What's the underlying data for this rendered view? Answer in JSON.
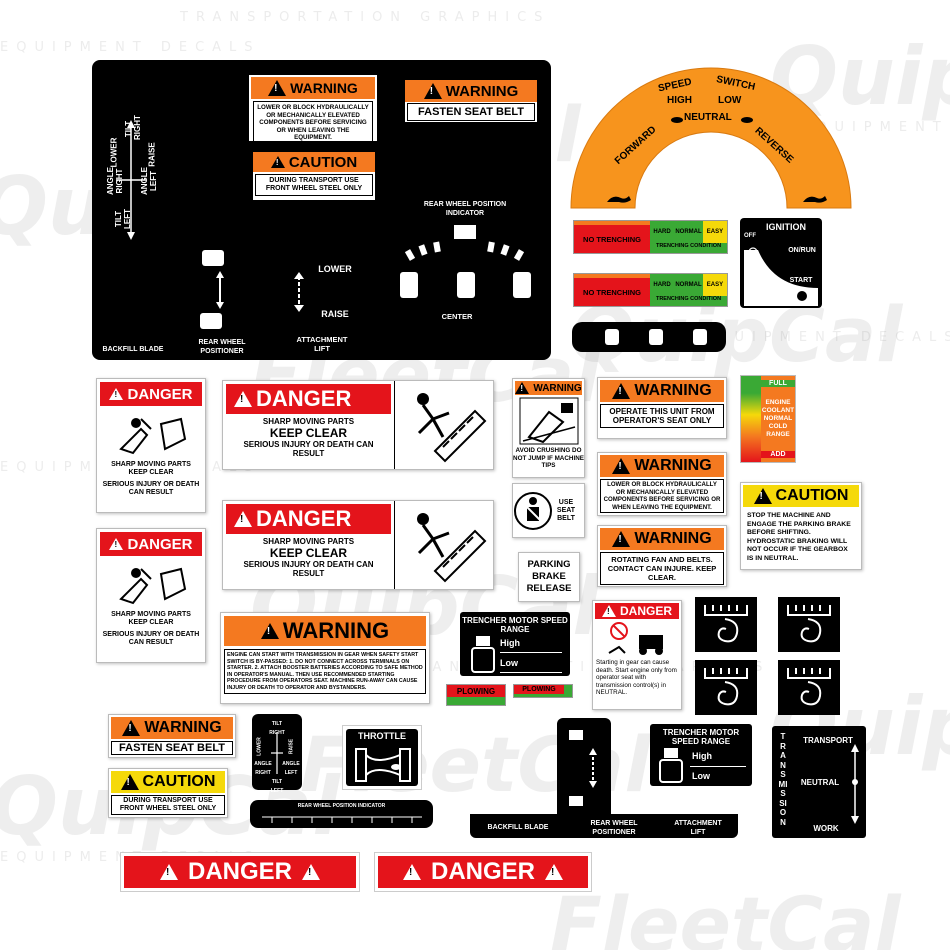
{
  "watermark": {
    "brand_a": "FleetCal",
    "brand_b": "QuipCal",
    "sub_equipment": "EQUIPMENT DECALS",
    "sub_transport": "TRANSPORTATION GRAPHICS"
  },
  "colors": {
    "danger_red": "#e4141b",
    "warning_orange": "#f47920",
    "caution_yellow": "#f5d90a",
    "arc_orange": "#f7941d",
    "green": "#3aa935"
  },
  "main_panel": {
    "warn1_title": "WARNING",
    "warn1_text": "LOWER OR BLOCK HYDRAULICALLY OR MECHANICALLY ELEVATED COMPONENTS BEFORE SERVICING OR WHEN LEAVING THE EQUIPMENT.",
    "warn2_title": "WARNING",
    "warn2_text": "FASTEN SEAT BELT",
    "caution_title": "CAUTION",
    "caution_text": "DURING TRANSPORT USE FRONT WHEEL STEEL ONLY",
    "tilt_right": "TILT RIGHT",
    "lower": "LOWER",
    "raise": "RAISE",
    "angle_right": "ANGLE RIGHT",
    "angle_left": "ANGLE LEFT",
    "tilt_left": "TILT LEFT",
    "rw_indicator": "REAR WHEEL POSITION INDICATOR",
    "lower2": "LOWER",
    "raise2": "RAISE",
    "center": "CENTER",
    "backfill": "BACKFILL BLADE",
    "rear_wheel_pos": "REAR WHEEL POSITIONER",
    "attach_lift": "ATTACHMENT LIFT"
  },
  "arc": {
    "speed": "SPEED",
    "switch": "SWITCH",
    "high": "HIGH",
    "low": "LOW",
    "forward": "FORWARD",
    "neutral": "NEUTRAL",
    "reverse": "REVERSE"
  },
  "trench": {
    "no_trenching": "NO TRENCHING",
    "hard": "HARD",
    "normal": "NORMAL",
    "easy": "EASY",
    "condition": "TRENCHING CONDITION"
  },
  "ignition": {
    "title": "IGNITION",
    "off": "OFF",
    "on_run": "ON/RUN",
    "start": "START"
  },
  "coolant": {
    "full": "FULL",
    "text": "ENGINE COOLANT NORMAL COLD RANGE",
    "add": "ADD"
  },
  "danger_small": {
    "title": "DANGER",
    "line1": "SHARP MOVING PARTS",
    "line2": "KEEP CLEAR",
    "line3": "SERIOUS INJURY OR DEATH CAN RESULT"
  },
  "danger_large": {
    "title": "DANGER",
    "line1": "SHARP MOVING PARTS",
    "line2": "KEEP CLEAR",
    "line3": "SERIOUS INJURY OR DEATH CAN RESULT"
  },
  "crush": {
    "title": "WARNING",
    "text": "AVOID CRUSHING DO NOT JUMP IF MACHINE TIPS"
  },
  "seatbelt_label": "USE SEAT BELT",
  "parking": "PARKING BRAKE RELEASE",
  "warn_operate": {
    "title": "WARNING",
    "text": "OPERATE THIS UNIT FROM OPERATOR'S SEAT ONLY"
  },
  "warn_lower": {
    "title": "WARNING",
    "text": "LOWER OR BLOCK HYDRAULICALLY OR MECHANICALLY ELEVATED COMPONENTS BEFORE SERVICING OR WHEN LEAVING THE EQUIPMENT."
  },
  "warn_fan": {
    "title": "WARNING",
    "text": "ROTATING FAN AND BELTS. CONTACT CAN INJURE. KEEP CLEAR."
  },
  "caution_stop": {
    "title": "CAUTION",
    "text": "STOP THE MACHINE AND ENGAGE THE PARKING BRAKE BEFORE SHIFTING. HYDROSTATIC BRAKING WILL NOT OCCUR IF THE GEARBOX IS IN NEUTRAL."
  },
  "warn_engine": {
    "title": "WARNING",
    "text": "ENGINE CAN START WITH TRANSMISSION IN GEAR WHEN SAFETY START SWITCH IS BY-PASSED: 1. DO NOT CONNECT ACROSS TERMINALS ON STARTER. 2. ATTACH BOOSTER BATTERIES ACCORDING TO SAFE METHOD IN OPERATOR'S MANUAL. THEN USE RECOMMENDED STARTING PROCEDURE FROM OPERATORS SEAT. MACHINE RUN-AWAY CAN CAUSE INJURY OR DEATH TO OPERATOR AND BYSTANDERS."
  },
  "trencher1": {
    "title": "TRENCHER MOTOR SPEED RANGE",
    "high": "High",
    "low": "Low"
  },
  "plowing": "PLOWING",
  "danger_gear": {
    "title": "DANGER",
    "text": "Starting in gear can cause death. Start engine only from operator seat with transmission control(s) in NEUTRAL."
  },
  "warn_belt2": {
    "title": "WARNING",
    "text": "FASTEN SEAT BELT"
  },
  "caution2": {
    "title": "CAUTION",
    "text": "DURING TRANSPORT USE FRONT WHEEL STEEL ONLY"
  },
  "small_panel": {
    "tilt_right": "TILT RIGHT",
    "lower": "LOWER",
    "raise": "RAISE",
    "angle_right": "ANGLE RIGHT",
    "angle_left": "ANGLE LEFT",
    "tilt_left": "TILT LEFT"
  },
  "throttle": "THROTTLE",
  "rw_strip": "REAR WHEEL POSITION INDICATOR",
  "t_panel": {
    "backfill": "BACKFILL BLADE",
    "rear_wheel": "REAR WHEEL POSITIONER",
    "attach": "ATTACHMENT LIFT"
  },
  "trencher2": {
    "title": "TRENCHER MOTOR SPEED RANGE",
    "high": "High",
    "low": "Low"
  },
  "transmission": {
    "label": "TRANSMISSION",
    "transport": "TRANSPORT",
    "neutral": "NEUTRAL",
    "work": "WORK"
  },
  "danger_strip": "DANGER"
}
